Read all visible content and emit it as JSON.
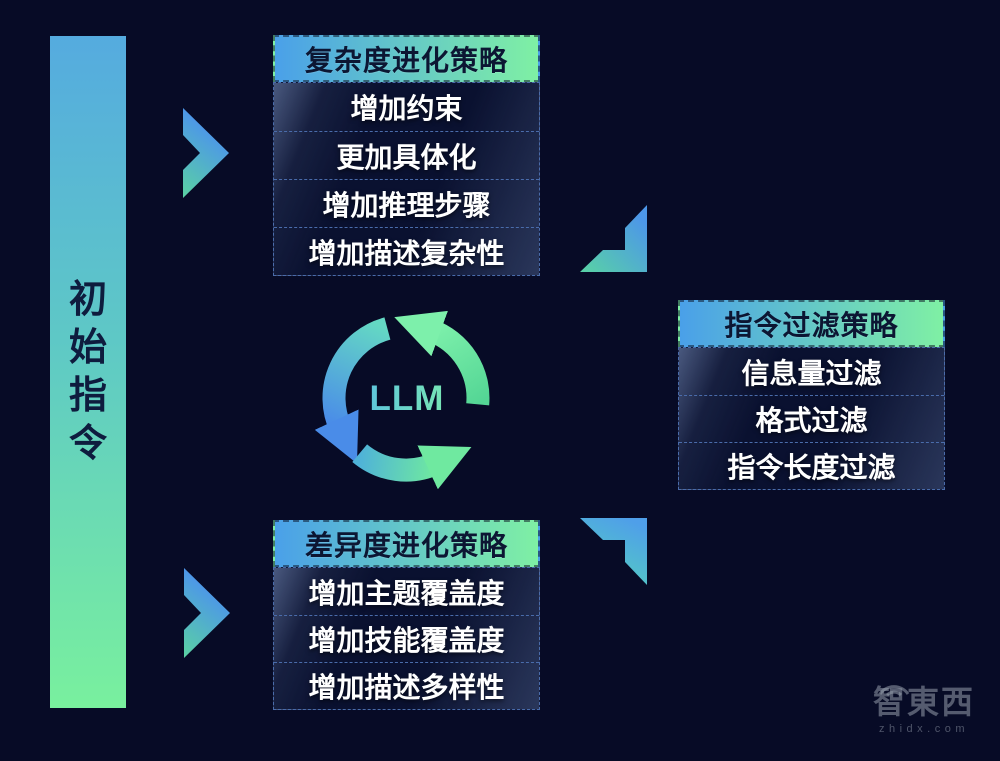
{
  "colors": {
    "background": "#070b26",
    "accent_blue": "#4a9ce9",
    "accent_green": "#7ff0a4",
    "row_border_blue": "#4a6cab",
    "dark_text": "#0c1633",
    "row_text": "#ffffff",
    "llm_gradient_start": "#58bee8",
    "llm_gradient_end": "#7deda8",
    "watermark_gray": "#969caa"
  },
  "initial_instruction": {
    "label": "初始指令",
    "chars": [
      "初",
      "始",
      "指",
      "令"
    ]
  },
  "llm": {
    "label": "LLM"
  },
  "boxes": {
    "complexity": {
      "title": "复杂度进化策略",
      "items": [
        "增加约束",
        "更加具体化",
        "增加推理步骤",
        "增加描述复杂性"
      ]
    },
    "filtering": {
      "title": "指令过滤策略",
      "items": [
        "信息量过滤",
        "格式过滤",
        "指令长度过滤"
      ]
    },
    "diversity": {
      "title": "差异度进化策略",
      "items": [
        "增加主题覆盖度",
        "增加技能覆盖度",
        "增加描述多样性"
      ]
    }
  },
  "watermark": {
    "logo": "智東西",
    "domain": "zhidx.com"
  }
}
